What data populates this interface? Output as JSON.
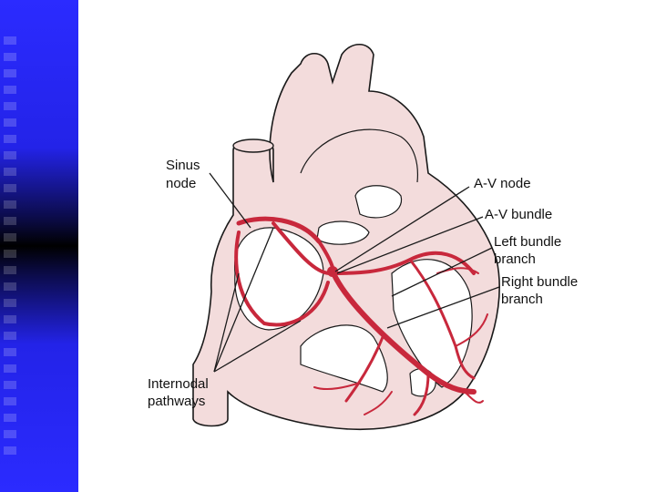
{
  "labels": {
    "sinus_line1": "Sinus",
    "sinus_line2": "node",
    "av_node": "A-V node",
    "av_bundle": "A-V bundle",
    "left_branch_line1": "Left bundle",
    "left_branch_line2": "branch",
    "right_branch_line1": "Right bundle",
    "right_branch_line2": "branch",
    "internodal_line1": "Internodal",
    "internodal_line2": "pathways"
  },
  "colors": {
    "side_band": "#2b2bff",
    "heart_fill": "#f3dcdc",
    "heart_inner": "#ffffff",
    "conduction": "#c8283c",
    "outline": "#1a1a1a"
  }
}
